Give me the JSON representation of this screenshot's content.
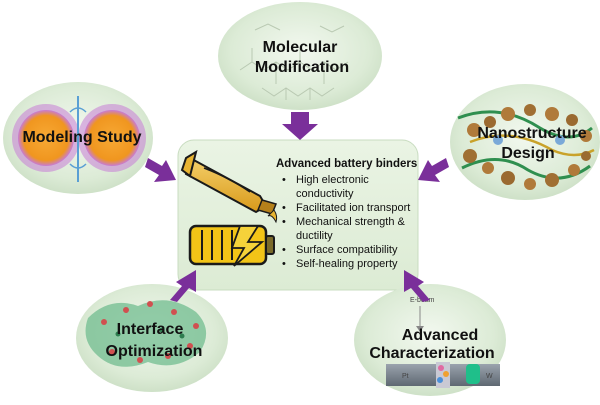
{
  "center": {
    "title": "Advanced battery binders",
    "bullets": [
      "High electronic",
      "conductivity",
      "Facilitated ion transport",
      "Mechanical strength &",
      "ductility",
      "Surface compatibility",
      "Self-healing property"
    ]
  },
  "nodes": {
    "top": {
      "line1": "Molecular",
      "line2": "Modification"
    },
    "left": {
      "line1": "Modeling Study"
    },
    "right": {
      "line1": "Nanostructure",
      "line2": "Design"
    },
    "bottom_left": {
      "line1": "Interface",
      "line2": "Optimization"
    },
    "bottom_right": {
      "line1": "Advanced",
      "line2": "Characterization"
    }
  },
  "inset_labels": {
    "ebeam": "E-beam",
    "pt": "Pt",
    "w": "W"
  },
  "colors": {
    "arrow": "#7a2f9a",
    "center_fill": "#e4f0de",
    "oval_fill": "#dcebd6",
    "tube_yellow": "#e8b431",
    "battery_yellow": "#f2c417"
  },
  "icons": [
    "glue-tube-icon",
    "battery-icon",
    "lightning-bolt-icon"
  ]
}
